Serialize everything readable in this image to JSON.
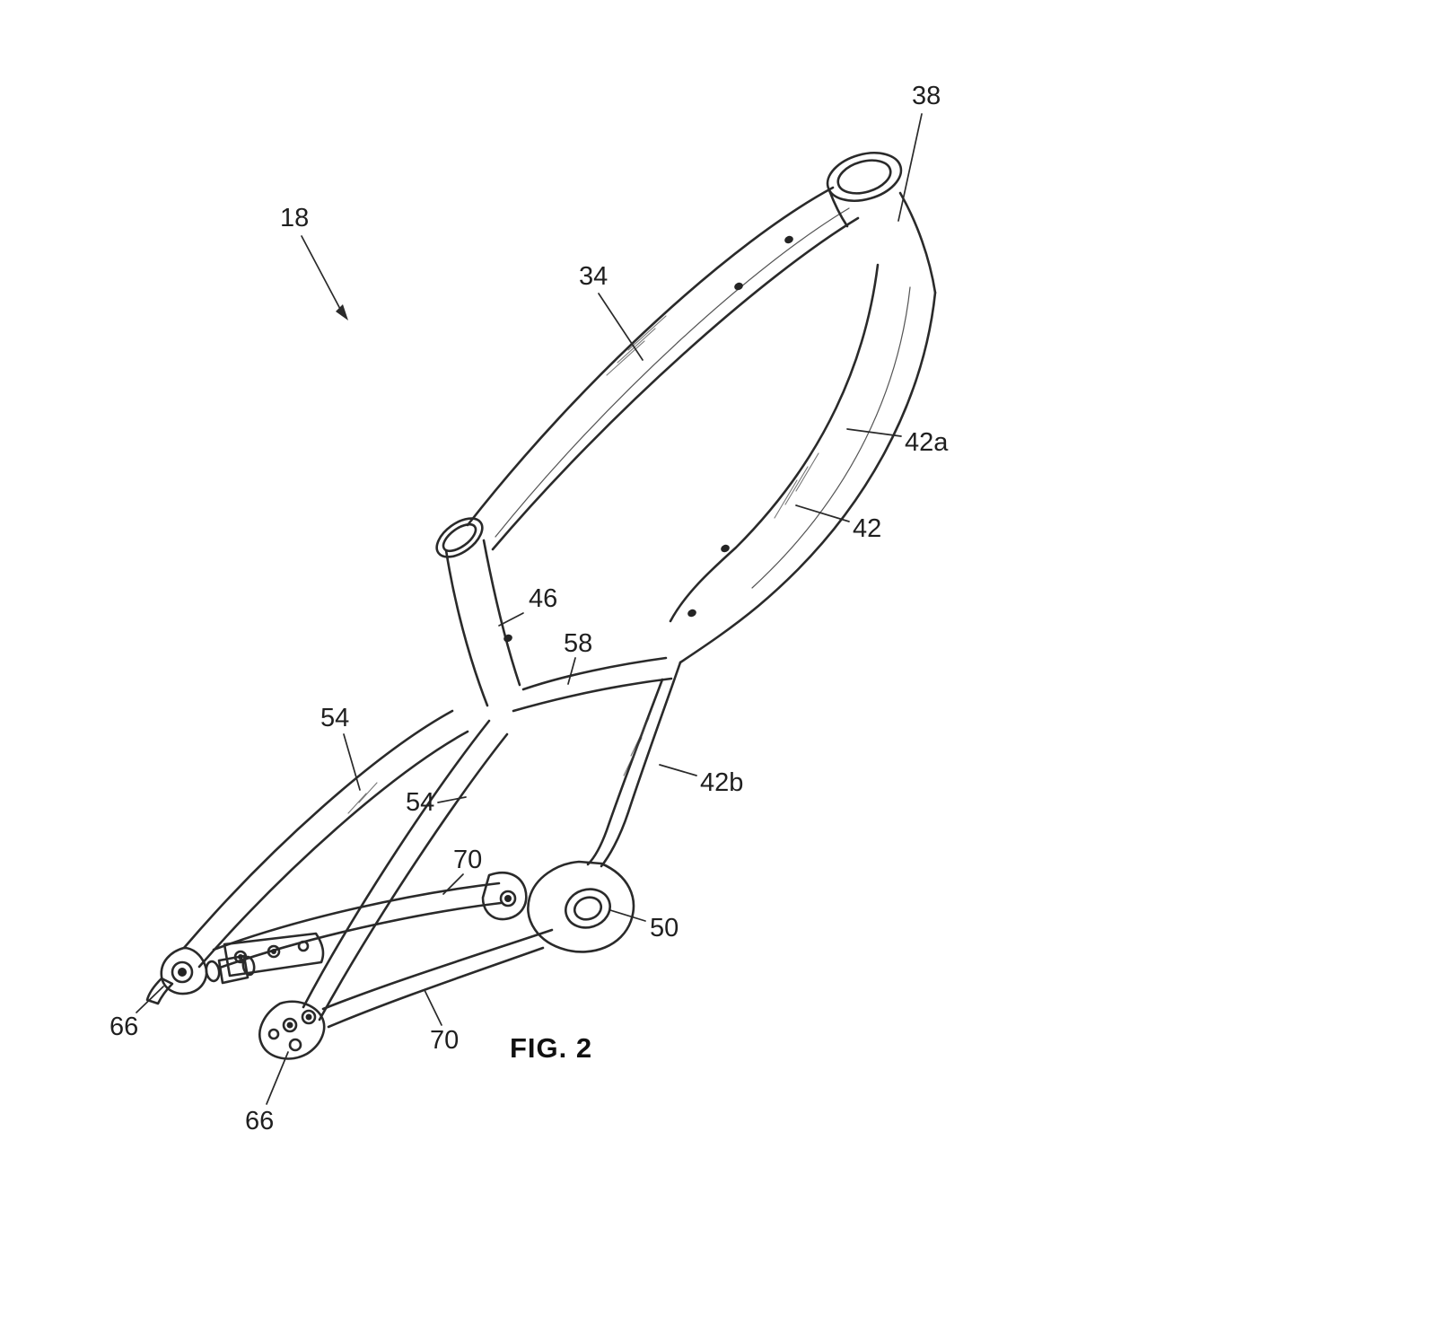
{
  "figure": {
    "caption": "FIG. 2",
    "labels": [
      "38",
      "18",
      "34",
      "42a",
      "42",
      "46",
      "58",
      "54",
      "54",
      "42b",
      "70",
      "50",
      "66",
      "70",
      "66"
    ],
    "colors": {
      "ink": "#2a2a2a",
      "background": "#ffffff"
    }
  }
}
